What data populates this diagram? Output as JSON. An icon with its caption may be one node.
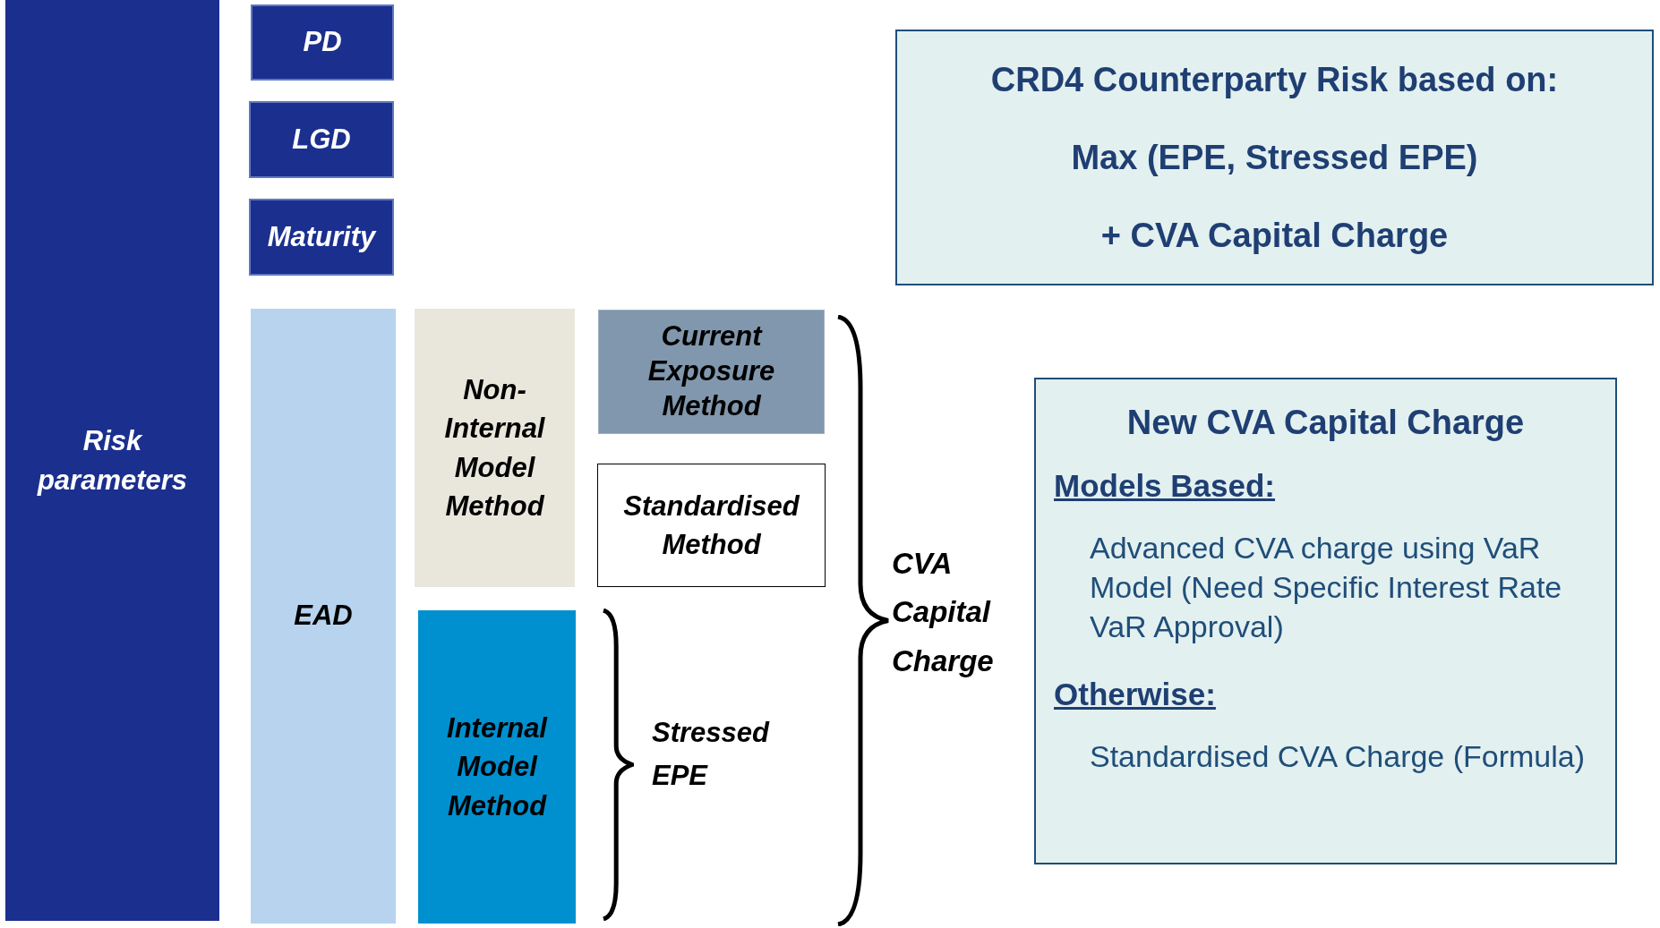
{
  "diagram": {
    "nodes": [
      {
        "text": [
          "Risk parameters"
        ]
      },
      {
        "text": [
          "PD"
        ]
      },
      {
        "text": [
          "LGD"
        ]
      },
      {
        "text": [
          "Maturity"
        ]
      },
      {
        "text": [
          "EAD"
        ]
      },
      {
        "text": [
          "Non-Internal Model Method"
        ]
      },
      {
        "text": [
          "Internal Model Method"
        ]
      },
      {
        "text": [
          "Current Exposure Method"
        ]
      },
      {
        "text": [
          "Standardised Method"
        ]
      },
      {
        "text": [
          "CRD4 Counterparty Risk based on:",
          "Max (EPE, Stressed EPE)",
          "+ CVA Capital Charge"
        ]
      },
      {
        "text": [
          "New CVA Capital Charge",
          "Models Based:",
          "Advanced CVA charge using VaR Model  (Need Specific Interest Rate VaR Approval)",
          "Otherwise:",
          "Standardised CVA Charge (Formula)"
        ]
      }
    ],
    "labels": [
      "Stressed EPE",
      "CVA Capital Charge"
    ]
  }
}
